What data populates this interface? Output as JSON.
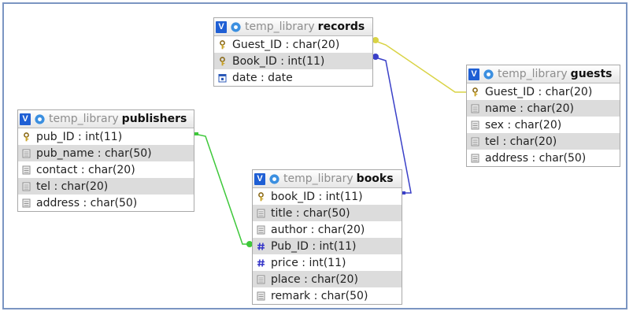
{
  "db_label": "temp_library",
  "colors": {
    "frame": "#7b95c2",
    "link_records_guests": "#d9d345",
    "link_records_books": "#3a40c8",
    "link_publishers_books": "#3ec83a"
  },
  "tables": {
    "records": {
      "name": "records",
      "columns": [
        {
          "text": "Guest_ID : char(20)",
          "icon": "key-icon"
        },
        {
          "text": "Book_ID : int(11)",
          "icon": "key-icon"
        },
        {
          "text": "date : date",
          "icon": "date-icon"
        }
      ]
    },
    "guests": {
      "name": "guests",
      "columns": [
        {
          "text": "Guest_ID : char(20)",
          "icon": "key-icon"
        },
        {
          "text": "name : char(20)",
          "icon": "field-icon"
        },
        {
          "text": "sex : char(20)",
          "icon": "field-icon"
        },
        {
          "text": "tel : char(20)",
          "icon": "field-icon"
        },
        {
          "text": "address : char(50)",
          "icon": "field-icon"
        }
      ]
    },
    "publishers": {
      "name": "publishers",
      "columns": [
        {
          "text": "pub_ID : int(11)",
          "icon": "key-icon"
        },
        {
          "text": "pub_name : char(50)",
          "icon": "field-icon"
        },
        {
          "text": "contact : char(20)",
          "icon": "field-icon"
        },
        {
          "text": "tel : char(20)",
          "icon": "field-icon"
        },
        {
          "text": "address : char(50)",
          "icon": "field-icon"
        }
      ]
    },
    "books": {
      "name": "books",
      "columns": [
        {
          "text": "book_ID : int(11)",
          "icon": "key-icon"
        },
        {
          "text": "title : char(50)",
          "icon": "field-icon"
        },
        {
          "text": "author : char(20)",
          "icon": "field-icon"
        },
        {
          "text": "Pub_ID : int(11)",
          "icon": "hash-icon"
        },
        {
          "text": "price : int(11)",
          "icon": "hash-icon"
        },
        {
          "text": "place : char(20)",
          "icon": "field-icon"
        },
        {
          "text": "remark : char(50)",
          "icon": "field-icon"
        }
      ]
    }
  }
}
